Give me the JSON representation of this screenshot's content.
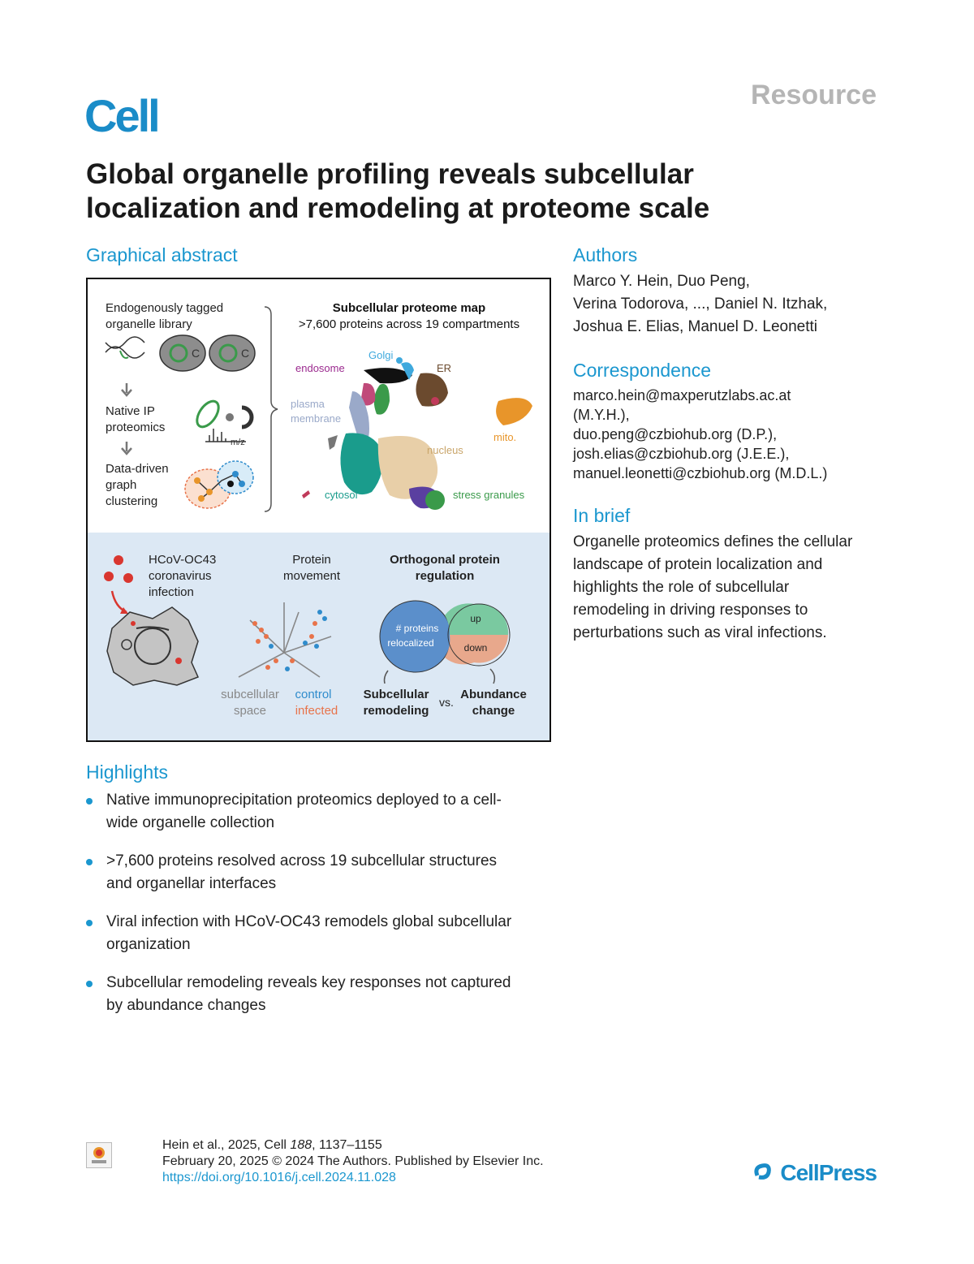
{
  "header": {
    "journal": "Cell",
    "article_type": "Resource"
  },
  "title": {
    "line1": "Global organelle profiling reveals subcellular",
    "line2": "localization and remodeling at proteome scale"
  },
  "graphical_abstract": {
    "heading": "Graphical abstract",
    "workflow": {
      "library_line1": "Endogenously tagged",
      "library_line2": "organelle library",
      "ip_line1": "Native IP",
      "ip_line2": "proteomics",
      "mz": "m/z",
      "graph_line1": "Data-driven",
      "graph_line2": "graph",
      "graph_line3": "clustering"
    },
    "map": {
      "title": "Subcellular proteome map",
      "subtitle": ">7,600 proteins across 19 compartments",
      "labels": {
        "endosome": "endosome",
        "golgi": "Golgi",
        "er": "ER",
        "plasma1": "plasma",
        "plasma2": "membrane",
        "mito": "mito.",
        "nucleus": "nucleus",
        "cytosol": "cytosol",
        "stress": "stress granules"
      }
    },
    "infection": {
      "virus_line1": "HCoV-OC43",
      "virus_line2": "coronavirus",
      "virus_line3": "infection",
      "movement_line1": "Protein",
      "movement_line2": "movement",
      "space_line1": "subcellular",
      "space_line2": "space",
      "control": "control",
      "infected": "infected",
      "orth_line1": "Orthogonal protein",
      "orth_line2": "regulation",
      "reloc_line1": "# proteins",
      "reloc_line2": "relocalized",
      "up": "up",
      "down": "down",
      "remod_line1": "Subcellular",
      "remod_line2": "remodeling",
      "vs": "vs.",
      "abund_line1": "Abundance",
      "abund_line2": "change"
    },
    "colors": {
      "endosome": "#9b2a8f",
      "golgi": "#3fa9dd",
      "er": "#6b4a2e",
      "plasma": "#9aa9c9",
      "mito": "#e8952a",
      "nucleus": "#e8cfa8",
      "cytosol": "#1a9c8c",
      "stress": "#3a9a4a",
      "control": "#2f8ccc",
      "infected": "#e8734a",
      "bottom_panel": "#dce8f4"
    }
  },
  "highlights": {
    "heading": "Highlights",
    "items": [
      {
        "line1": "Native immunoprecipitation proteomics deployed to a cell-",
        "line2": "wide organelle collection"
      },
      {
        "line1": ">7,600 proteins resolved across 19 subcellular structures",
        "line2": "and organellar interfaces"
      },
      {
        "line1": "Viral infection with HCoV-OC43 remodels global subcellular",
        "line2": "organization"
      },
      {
        "line1": "Subcellular remodeling reveals key responses not captured",
        "line2": "by abundance changes"
      }
    ]
  },
  "authors": {
    "heading": "Authors",
    "line1": "Marco Y. Hein, Duo Peng,",
    "line2": "Verina Todorova, ..., Daniel N. Itzhak,",
    "line3": "Joshua E. Elias, Manuel D. Leonetti"
  },
  "correspondence": {
    "heading": "Correspondence",
    "lines": [
      "marco.hein@maxperutzlabs.ac.at",
      "(M.Y.H.),",
      "duo.peng@czbiohub.org (D.P.),",
      "josh.elias@czbiohub.org (J.E.E.),",
      "manuel.leonetti@czbiohub.org (M.D.L.)"
    ]
  },
  "in_brief": {
    "heading": "In brief",
    "lines": [
      "Organelle proteomics defines the cellular",
      "landscape of protein localization and",
      "highlights the role of subcellular",
      "remodeling in driving responses to",
      "perturbations such as viral infections."
    ]
  },
  "footer": {
    "citation_prefix": "Hein et al., 2025, Cell ",
    "volume": "188",
    "pages": ", 1137–1155",
    "date_line": "February 20, 2025 © 2024 The Authors. Published by Elsevier Inc.",
    "doi": "https://doi.org/10.1016/j.cell.2024.11.028",
    "crossmark": "Check for updates",
    "publisher": "CellPress"
  }
}
